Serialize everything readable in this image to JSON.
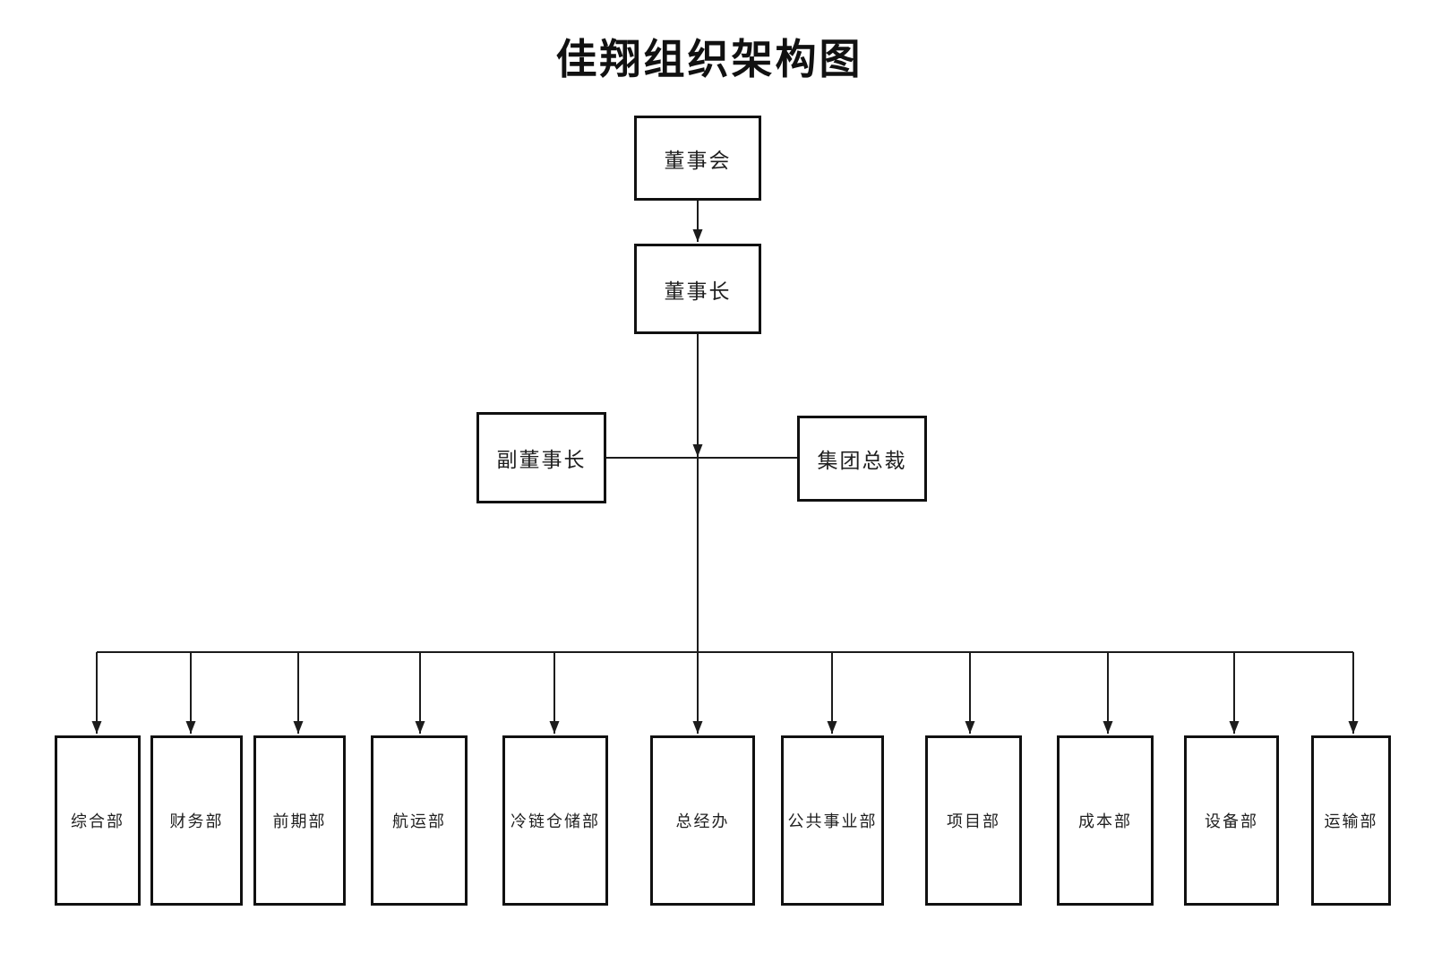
{
  "title": "佳翔组织架构图",
  "org": {
    "board": {
      "label": "董事会"
    },
    "chairman": {
      "label": "董事长"
    },
    "vice_chairman": {
      "label": "副董事长"
    },
    "group_president": {
      "label": "集团总裁"
    },
    "departments": [
      {
        "label": "综合部"
      },
      {
        "label": "财务部"
      },
      {
        "label": "前期部"
      },
      {
        "label": "航运部"
      },
      {
        "label": "冷链仓储部"
      },
      {
        "label": "总经办"
      },
      {
        "label": "公共事业部"
      },
      {
        "label": "项目部"
      },
      {
        "label": "成本部"
      },
      {
        "label": "设备部"
      },
      {
        "label": "运输部"
      }
    ]
  },
  "colors": {
    "line": "#1c1c1c",
    "box_border": "#111111",
    "text": "#1f1f1f",
    "background": "#ffffff"
  }
}
